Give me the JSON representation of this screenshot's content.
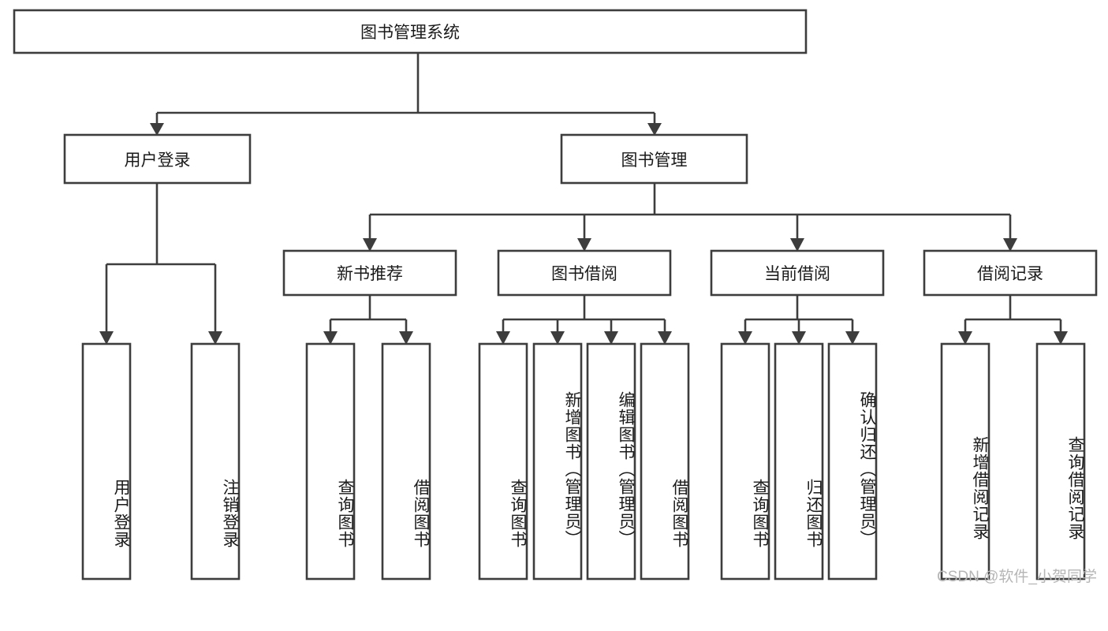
{
  "diagram": {
    "type": "tree",
    "title": "图书管理系统",
    "watermark": "CSDN @软件_小贺同学",
    "colors": {
      "box_stroke": "#3d3d3d",
      "box_fill": "#ffffff",
      "text": "#1a1a1a",
      "watermark": "#b6b6b6",
      "background": "#ffffff"
    },
    "root": {
      "label": "图书管理系统"
    },
    "level2": [
      {
        "label": "用户登录"
      },
      {
        "label": "图书管理"
      }
    ],
    "level3": [
      {
        "label": "新书推荐"
      },
      {
        "label": "图书借阅"
      },
      {
        "label": "当前借阅"
      },
      {
        "label": "借阅记录"
      }
    ],
    "leaves": {
      "user_login": [
        {
          "label": "用户登录"
        },
        {
          "label": "注销登录"
        }
      ],
      "new_book_recommend": [
        {
          "label": "查询图书"
        },
        {
          "label": "借阅图书"
        }
      ],
      "book_borrow": [
        {
          "label": "查询图书"
        },
        {
          "label": "新增图书（管理员）"
        },
        {
          "label": "编辑图书（管理员）"
        },
        {
          "label": "借阅图书"
        }
      ],
      "current_borrow": [
        {
          "label": "查询图书"
        },
        {
          "label": "归还图书"
        },
        {
          "label": "确认归还（管理员）"
        }
      ],
      "borrow_record": [
        {
          "label": "新增借阅记录"
        },
        {
          "label": "查询借阅记录"
        }
      ]
    }
  }
}
